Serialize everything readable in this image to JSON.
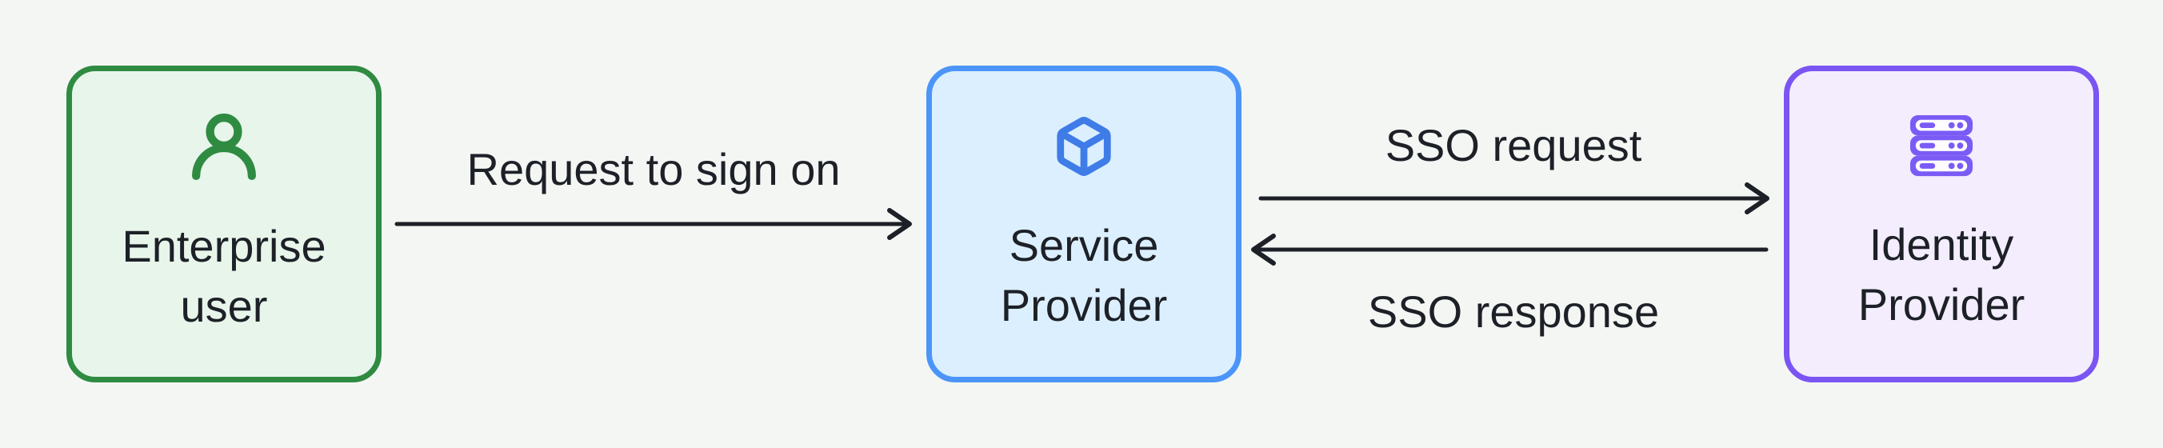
{
  "diagram": {
    "type": "flow-diagram",
    "background_color": "#f4f6f4",
    "arrow_color": "#1d2127",
    "text_color": "#1d2127",
    "nodes": [
      {
        "id": "enterprise-user",
        "lines": [
          "Enterprise",
          "user"
        ],
        "icon": "user-icon",
        "border_color": "#2e8b41",
        "fill_color": "#e8f5eb",
        "icon_color": "#2e8b41"
      },
      {
        "id": "service-provider",
        "lines": [
          "Service",
          "Provider"
        ],
        "icon": "cube-icon",
        "border_color": "#4c95f8",
        "fill_color": "#dceffe",
        "icon_color": "#3f7ce8"
      },
      {
        "id": "identity-provider",
        "lines": [
          "Identity",
          "Provider"
        ],
        "icon": "server-icon",
        "border_color": "#7a55f2",
        "fill_color": "#f3edfd",
        "icon_color": "#7b5bf5"
      }
    ],
    "edges": [
      {
        "label": "Request to sign on",
        "from": "enterprise-user",
        "to": "service-provider",
        "direction": "right"
      },
      {
        "label": "SSO request",
        "from": "service-provider",
        "to": "identity-provider",
        "direction": "right"
      },
      {
        "label": "SSO response",
        "from": "identity-provider",
        "to": "service-provider",
        "direction": "left"
      }
    ]
  }
}
